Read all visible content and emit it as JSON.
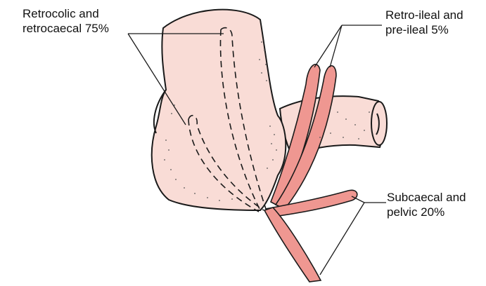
{
  "labels": {
    "retrocolic": {
      "line1": "Retrocolic and",
      "line2": "retrocaecal 75%"
    },
    "retroileal": {
      "line1": "Retro-ileal and",
      "line2": "pre-ileal 5%"
    },
    "subcaecal": {
      "line1": "Subcaecal and",
      "line2": "pelvic 20%"
    }
  },
  "colors": {
    "caecum_fill": "#f9dcd6",
    "appendix_fill": "#ef9791",
    "outline": "#1a1a1a",
    "background": "#ffffff"
  }
}
